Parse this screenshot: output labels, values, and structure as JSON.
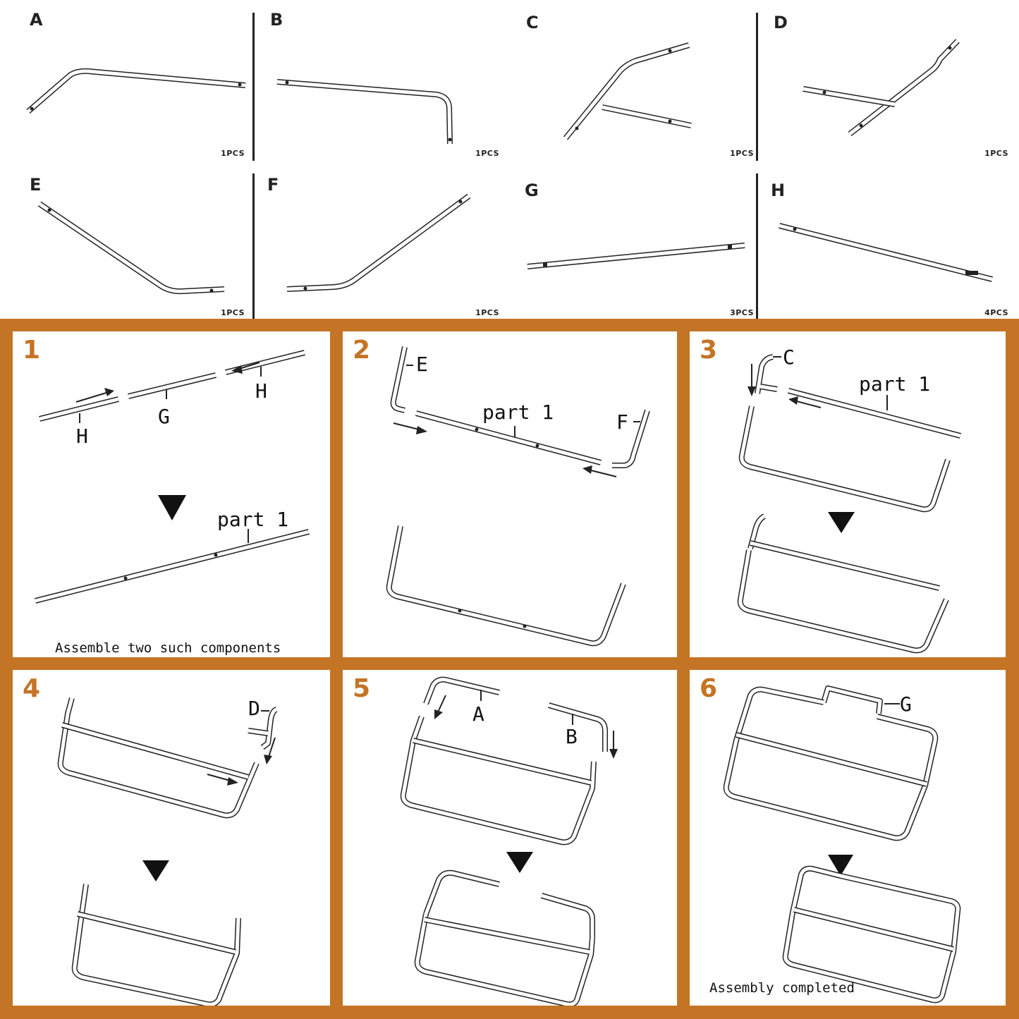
{
  "parts": [
    {
      "letter": "A",
      "qty": "1PCS"
    },
    {
      "letter": "B",
      "qty": "1PCS"
    },
    {
      "letter": "C",
      "qty": "1PCS"
    },
    {
      "letter": "D",
      "qty": "1PCS"
    },
    {
      "letter": "E",
      "qty": "1PCS"
    },
    {
      "letter": "F",
      "qty": "1PCS"
    },
    {
      "letter": "G",
      "qty": "3PCS"
    },
    {
      "letter": "H",
      "qty": "4PCS"
    }
  ],
  "steps": [
    {
      "number": "1",
      "labels": [
        "H",
        "G",
        "H",
        "part 1"
      ],
      "caption": "Assemble two such components"
    },
    {
      "number": "2",
      "labels": [
        "E",
        "part 1",
        "F"
      ]
    },
    {
      "number": "3",
      "labels": [
        "C",
        "part 1"
      ]
    },
    {
      "number": "4",
      "labels": [
        "D"
      ]
    },
    {
      "number": "5",
      "labels": [
        "A",
        "B"
      ]
    },
    {
      "number": "6",
      "labels": [
        "G"
      ],
      "caption": "Assembly completed"
    }
  ],
  "colors": {
    "frame": "#c47425",
    "ink": "#222222",
    "background": "#ffffff"
  }
}
